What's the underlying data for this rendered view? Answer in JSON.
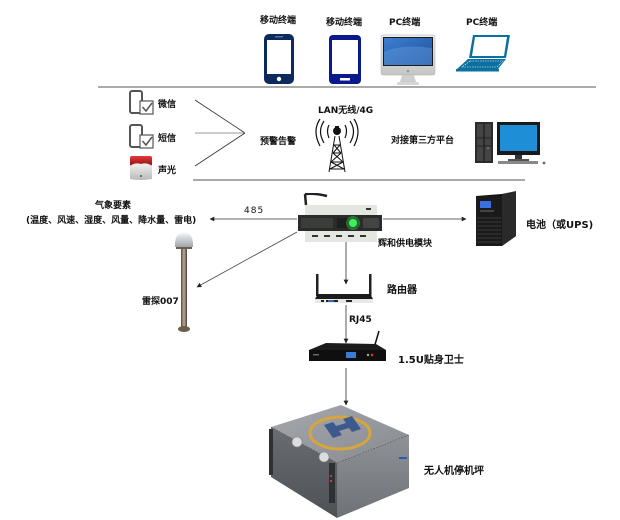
{
  "terminals": [
    {
      "label": "移动终端",
      "icon": "smartphone-icon",
      "color": "#0d2a5c"
    },
    {
      "label": "移动终端",
      "icon": "smartphone-icon",
      "color": "#0a1a8c"
    },
    {
      "label": "PC终端",
      "icon": "desktop-monitor-icon"
    },
    {
      "label": "PC终端",
      "icon": "laptop-icon",
      "color": "#0b6fa0"
    }
  ],
  "alerts": {
    "items": [
      {
        "label": "微信",
        "icon": "phone-check-icon"
      },
      {
        "label": "短信",
        "icon": "phone-check-icon"
      },
      {
        "label": "声光",
        "icon": "siren-alarm-icon"
      }
    ],
    "target_label": "预警告警"
  },
  "network": {
    "label": "LAN无线/4G",
    "icon": "radio-tower-icon"
  },
  "third_party": {
    "label": "对接第三方平台",
    "icon": "desktop-computer-icon"
  },
  "weather": {
    "title": "气象要素",
    "subtitle": "(温度、风速、湿度、风量、降水量、雷电)",
    "link_label": "485"
  },
  "lightning_probe": {
    "label": "雷探007"
  },
  "power_module": {
    "label": "辉和供电模块"
  },
  "battery": {
    "label": "电池（或UPS)"
  },
  "router": {
    "label": "路由器"
  },
  "rj45": {
    "label": "RJ45"
  },
  "guard": {
    "label": "1.5U贴身卫士"
  },
  "hangar": {
    "label": "无人机停机坪"
  }
}
